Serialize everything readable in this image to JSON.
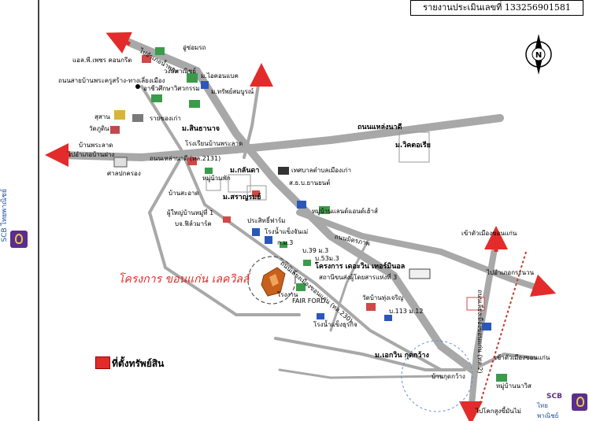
{
  "report": {
    "label": "รายงานประเมินเลขที่ 133256901581"
  },
  "sidebar": {
    "brand": "SCB",
    "bank_name": "ไทยพาณิชย์"
  },
  "footer_logo": {
    "brand": "SCB",
    "bank_name": "ไทยพาณิชย์"
  },
  "legend": {
    "label": "ที่ตั้งทรัพย์สิน",
    "color": "#e32b2b"
  },
  "project": {
    "name": "โครงการ ขอนแก่น เลควิลล์"
  },
  "compass": {
    "letter": "N"
  },
  "roads": {
    "a": "ถนนแหล่งนาดี",
    "b": "ถนนมิตรภาพ",
    "c": "ถนนเลี่ยงเมืองขอนแก่น (ทล.230)",
    "d": "ถนนเหล่านาดี (ทล.2131)",
    "e": "ถนนเลี่ยงเมืองขอนแก่น (ทล.2)",
    "north_top": "ไปอำเภอน้ำพอง",
    "north_left": "ถนนสายบ้านพระครูสร้าง-ทางเลี่ยงเมือง",
    "west": "ไปอำเภอบ้านฝาง",
    "east": "ไปอำเภอกระนวน",
    "south": "ไปโคกสูงขี้มันไม่",
    "to_city1": "เข้าตัวเมืองขอนแก่น",
    "to_city2": "เข้าตัวเมืองขอนแก่น"
  },
  "labels": {
    "l1": "อู่ซ่อมรถ",
    "l2": "แอล.พี.เพชร คอนกรีต",
    "l3": "วงษ์พาณิชย์",
    "l4": "ม.ไอคอนแบค",
    "l5": "อาชีวศึกษาวิศวกรรม",
    "l6": "ม.ทรัพย์สมบูรณ์",
    "l7": "สุสาน",
    "l8": "วัดภูดิน",
    "l9": "รายของเก่า",
    "l10": "ม.สินธานาจ",
    "l11": "โรงเรียนบ้านพระลาด",
    "l12": "บ้านพระลาด",
    "l13": "ศาลปกครอง",
    "l14": "หมู่บ้านพัก",
    "l15": "ม.กลันดา",
    "l16": "เทศบาลตำบลเมืองเก่า",
    "l17": "ส.ธ.บ.ยานยนต์",
    "l18": "บ้านสะอาด",
    "l19": "ม.สราญรมย์",
    "l20": "ม.วิคตอเรีย",
    "l21": "หมู่บ้านแลนด์แอนด์เฮ้าส์",
    "l22": "ผู้ใหญ่บ้านหมู่ที่ 1",
    "l23": "บจ.ฟิล์วมาร์ค",
    "l24": "ประสิทธิ์ฟาร์ม",
    "l25": "โรงน้ำแข็งจันเม่",
    "l26": "ก.ม.3",
    "l27": "บ.39 ม.3",
    "l28": "บ.53ม.3",
    "l29": "โครงการ เดอะวิน เทอร์มินอล",
    "l30": "สถานีขนส่งผู้โดยสารแห่งที่ 3",
    "l31": "วัดบ้านทุ่งเจริญ",
    "l32": "FAIR FORD",
    "l33": "โรงงาน",
    "l34": "โรงน้ำแข็งธุรกิจ",
    "l35": "บ.113 ม.12",
    "l36": "ม.เอกวิน กุดกว้าง",
    "l37": "บ้านกุดกว้าง",
    "l38": "หมู่บ้านนาวิส"
  },
  "colors": {
    "road": "#9a9a9a",
    "arrow": "#e32b2b",
    "accent": "#5b2d8e"
  }
}
